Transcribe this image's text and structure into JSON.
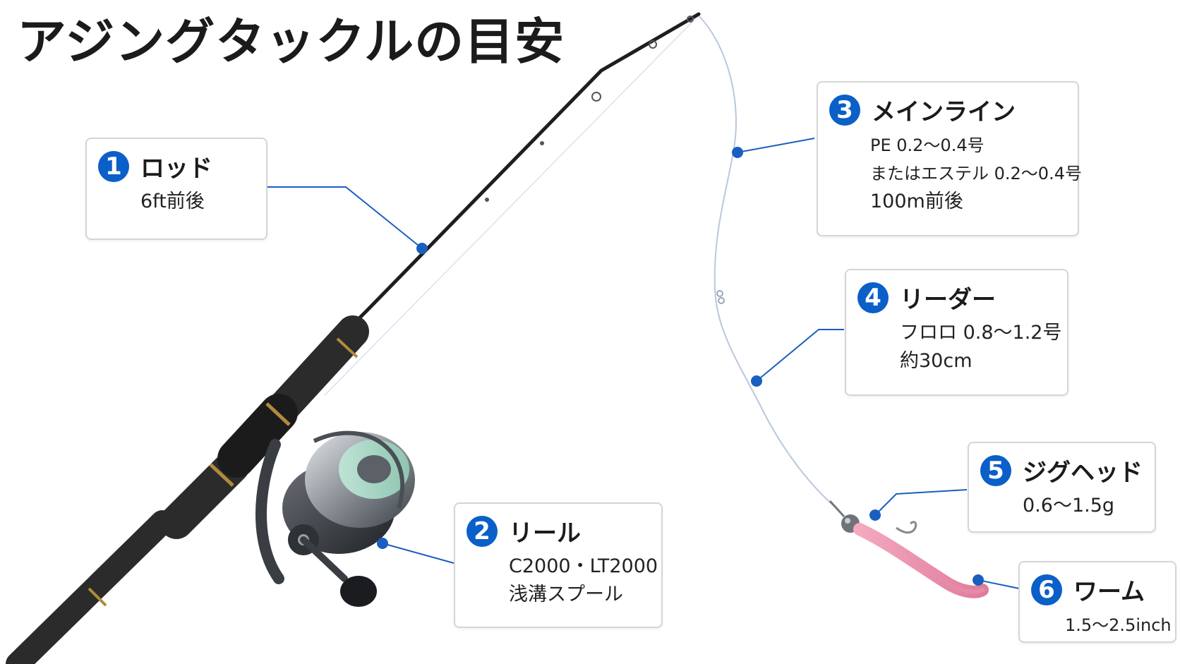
{
  "title": "アジングタックルの目安",
  "colors": {
    "accent": "#0b5fc8",
    "rod": "#1e1e1e",
    "grip": "#2b2b2b",
    "line": "#b9c8dc",
    "worm": "#e58aa7"
  },
  "callouts": [
    {
      "number": "1",
      "title": "ロッド",
      "lines": [
        "6ft前後"
      ]
    },
    {
      "number": "2",
      "title": "リール",
      "lines": [
        "C2000・LT2000",
        "浅溝スプール"
      ]
    },
    {
      "number": "3",
      "title": "メインライン",
      "lines": [
        "PE 0.2〜0.4号",
        "またはエステル 0.2〜0.4号",
        "100m前後"
      ]
    },
    {
      "number": "4",
      "title": "リーダー",
      "lines": [
        "フロロ 0.8〜1.2号",
        "約30cm"
      ]
    },
    {
      "number": "5",
      "title": "ジグヘッド",
      "lines": [
        "0.6〜1.5g"
      ]
    },
    {
      "number": "6",
      "title": "ワーム",
      "lines": [
        "1.5〜2.5inch"
      ]
    }
  ],
  "icons": {
    "rod": "fishing-rod-icon",
    "reel": "spinning-reel-icon",
    "jighead": "jig-head-icon",
    "worm": "worm-lure-icon"
  }
}
